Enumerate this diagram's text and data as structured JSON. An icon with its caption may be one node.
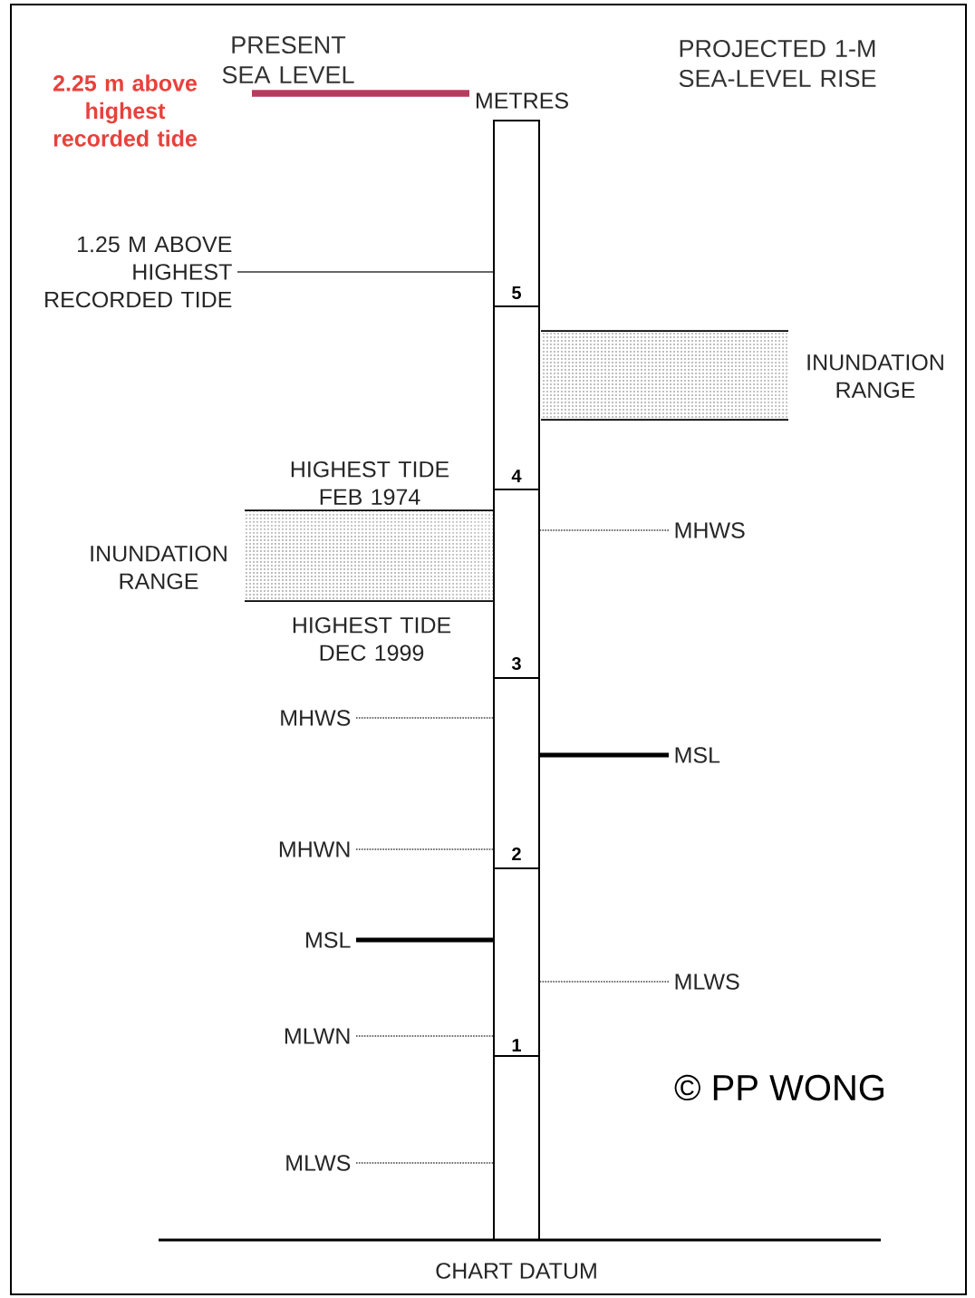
{
  "diagram": {
    "nodes": [
      {
        "text": [],
        "shape": "bar",
        "beside": [
          "METRES",
          "CHART DATUM"
        ]
      },
      {
        "text": [
          "1.25 M ABOVE HIGHEST RECORDED TIDE"
        ]
      },
      {
        "text": [],
        "shape": "band",
        "beside": [
          "INUNDATION RANGE"
        ]
      },
      {
        "text": [],
        "shape": "band",
        "beside": [
          "HIGHEST TIDE FEB 1974",
          "INUNDATION RANGE",
          "HIGHEST TIDE DEC 1999"
        ]
      },
      {
        "text": [
          "MHWS"
        ]
      },
      {
        "text": [
          "MHWS"
        ]
      },
      {
        "text": [
          "MSL"
        ]
      },
      {
        "text": [
          "MHWN"
        ]
      },
      {
        "text": [
          "MSL"
        ]
      },
      {
        "text": [
          "MLWS"
        ]
      },
      {
        "text": [
          "MLWN"
        ]
      },
      {
        "text": [
          "MLWS"
        ]
      }
    ],
    "edges": [
      {
        "from": 1,
        "to": 0,
        "arrow": "none"
      },
      {
        "from": 4,
        "to": 0,
        "arrow": "none",
        "style": "dashed"
      },
      {
        "from": 5,
        "to": 0,
        "arrow": "none",
        "style": "dashed"
      },
      {
        "from": 6,
        "to": 0,
        "arrow": "none",
        "style": "thick"
      },
      {
        "from": 7,
        "to": 0,
        "arrow": "none",
        "style": "dashed"
      },
      {
        "from": 8,
        "to": 0,
        "arrow": "none",
        "style": "thick"
      },
      {
        "from": 9,
        "to": 0,
        "arrow": "none",
        "style": "dashed"
      },
      {
        "from": 10,
        "to": 0,
        "arrow": "none",
        "style": "dashed"
      },
      {
        "from": 11,
        "to": 0,
        "arrow": "none",
        "style": "dashed"
      }
    ],
    "labels": [
      "PRESENT SEA LEVEL",
      "PROJECTED 1-M SEA-LEVEL RISE",
      "2.25 m above highest recorded tide",
      "5",
      "4",
      "3",
      "2",
      "1",
      "© PP WONG"
    ]
  }
}
